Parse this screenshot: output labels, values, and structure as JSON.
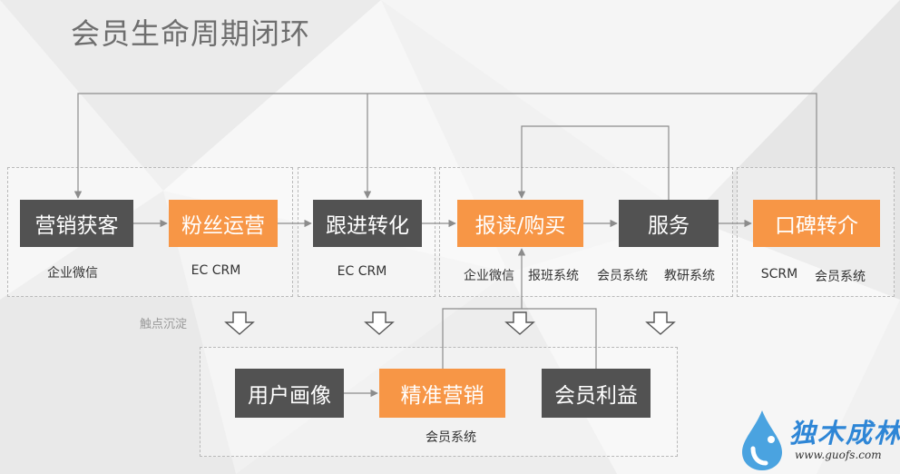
{
  "title": "会员生命周期闭环",
  "colors": {
    "dark": "#525252",
    "orange": "#f79646",
    "connector": "#8c8c8c",
    "dashed_border": "#b9b9b9",
    "watermark_blue": "#2e86d6"
  },
  "nodes": {
    "marketing_acquisition": "营销获客",
    "fan_operation": "粉丝运营",
    "follow_up_conversion": "跟进转化",
    "enroll_purchase": "报读/购买",
    "service": "服务",
    "word_of_mouth_referral": "口碑转介",
    "user_profile": "用户画像",
    "precision_marketing": "精准营销",
    "member_benefits": "会员利益"
  },
  "systems": {
    "marketing_acquisition": "企业微信",
    "fan_operation": "EC CRM",
    "follow_up_conversion": "EC CRM",
    "enroll_purchase": [
      "企业微信",
      "报班系统"
    ],
    "service": [
      "会员系统",
      "教研系统"
    ],
    "word_of_mouth_referral": [
      "SCRM",
      "会员系统"
    ],
    "bottom_group": "会员系统"
  },
  "touchpoint_caption": "触点沉淀",
  "icons": {
    "settle_arrow": "hollow-down-arrow-icon",
    "watermark_logo": "water-drop-logo-icon"
  },
  "watermark": {
    "text": "独木成林",
    "url": "www.guofs.com"
  }
}
